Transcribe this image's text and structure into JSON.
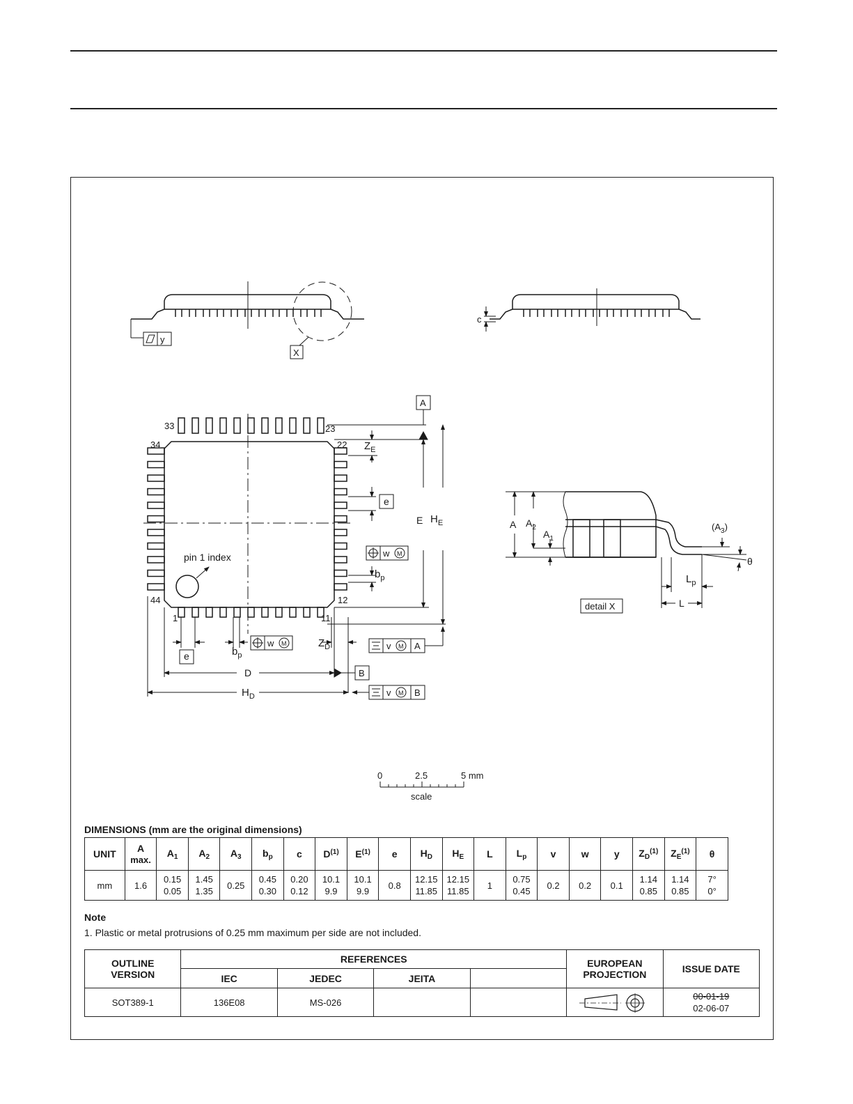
{
  "top_views": {
    "flatness_label": "y",
    "detail_label": "X",
    "c_label": "c"
  },
  "plan_view": {
    "datum_a": "A",
    "datum_b": "B",
    "pin_33": "33",
    "pin_23": "23",
    "pin_34": "34",
    "pin_22": "22",
    "pin_44": "44",
    "pin_12": "12",
    "pin_1": "1",
    "pin_11": "11",
    "pin1_index": "pin 1 index",
    "ze_main": "Z",
    "ze_sub": "E",
    "e_label": "e",
    "E_label": "E",
    "he_main": "H",
    "he_sub": "E",
    "w_label": "w",
    "m_label": "M",
    "v_label": "v",
    "bp_main": "b",
    "bp_sub": "p",
    "zd_main": "Z",
    "zd_sub": "D",
    "D_label": "D",
    "hd_main": "H",
    "hd_sub": "D"
  },
  "detail": {
    "A": "A",
    "A2_main": "A",
    "A2_sub": "2",
    "A1_main": "A",
    "A1_sub": "1",
    "A3_open": "(A",
    "A3_sub": "3",
    "A3_close": ")",
    "theta": "θ",
    "lp_main": "L",
    "lp_sub": "p",
    "L": "L",
    "caption": "detail X"
  },
  "scale_bar": {
    "tick_0": "0",
    "tick_mid": "2.5",
    "tick_end": "5 mm",
    "label": "scale"
  },
  "dimensions": {
    "title": "DIMENSIONS (mm are the original dimensions)",
    "headers": [
      {
        "main": "UNIT"
      },
      {
        "main": "A",
        "line2": "max."
      },
      {
        "main": "A",
        "sub": "1"
      },
      {
        "main": "A",
        "sub": "2"
      },
      {
        "main": "A",
        "sub": "3"
      },
      {
        "main": "b",
        "sub": "p"
      },
      {
        "main": "c"
      },
      {
        "main": "D",
        "sup": "(1)"
      },
      {
        "main": "E",
        "sup": "(1)"
      },
      {
        "main": "e"
      },
      {
        "main": "H",
        "sub": "D"
      },
      {
        "main": "H",
        "sub": "E"
      },
      {
        "main": "L"
      },
      {
        "main": "L",
        "sub": "p"
      },
      {
        "main": "v"
      },
      {
        "main": "w"
      },
      {
        "main": "y"
      },
      {
        "main": "Z",
        "sub": "D",
        "sup": "(1)"
      },
      {
        "main": "Z",
        "sub": "E",
        "sup": "(1)"
      },
      {
        "main": "θ"
      }
    ],
    "row": [
      {
        "v1": "mm"
      },
      {
        "v1": "1.6"
      },
      {
        "v1": "0.15",
        "v2": "0.05"
      },
      {
        "v1": "1.45",
        "v2": "1.35"
      },
      {
        "v1": "0.25"
      },
      {
        "v1": "0.45",
        "v2": "0.30"
      },
      {
        "v1": "0.20",
        "v2": "0.12"
      },
      {
        "v1": "10.1",
        "v2": "9.9"
      },
      {
        "v1": "10.1",
        "v2": "9.9"
      },
      {
        "v1": "0.8"
      },
      {
        "v1": "12.15",
        "v2": "11.85"
      },
      {
        "v1": "12.15",
        "v2": "11.85"
      },
      {
        "v1": "1"
      },
      {
        "v1": "0.75",
        "v2": "0.45"
      },
      {
        "v1": "0.2"
      },
      {
        "v1": "0.2"
      },
      {
        "v1": "0.1"
      },
      {
        "v1": "1.14",
        "v2": "0.85"
      },
      {
        "v1": "1.14",
        "v2": "0.85"
      },
      {
        "v1": "7°",
        "v2": "0°"
      }
    ]
  },
  "note": {
    "heading": "Note",
    "text": "1. Plastic or metal protrusions of 0.25 mm maximum per side are not included."
  },
  "references": {
    "outline_version_l1": "OUTLINE",
    "outline_version_l2": "VERSION",
    "references_label": "REFERENCES",
    "iec_label": "IEC",
    "jedec_label": "JEDEC",
    "jeita_label": "JEITA",
    "european_l1": "EUROPEAN",
    "european_l2": "PROJECTION",
    "issue_date_label": "ISSUE DATE",
    "outline_version": "SOT389-1",
    "iec": "136E08",
    "jedec": "MS-026",
    "jeita": "",
    "issue_date_old": "00-01-19",
    "issue_date_new": "02-06-07"
  }
}
